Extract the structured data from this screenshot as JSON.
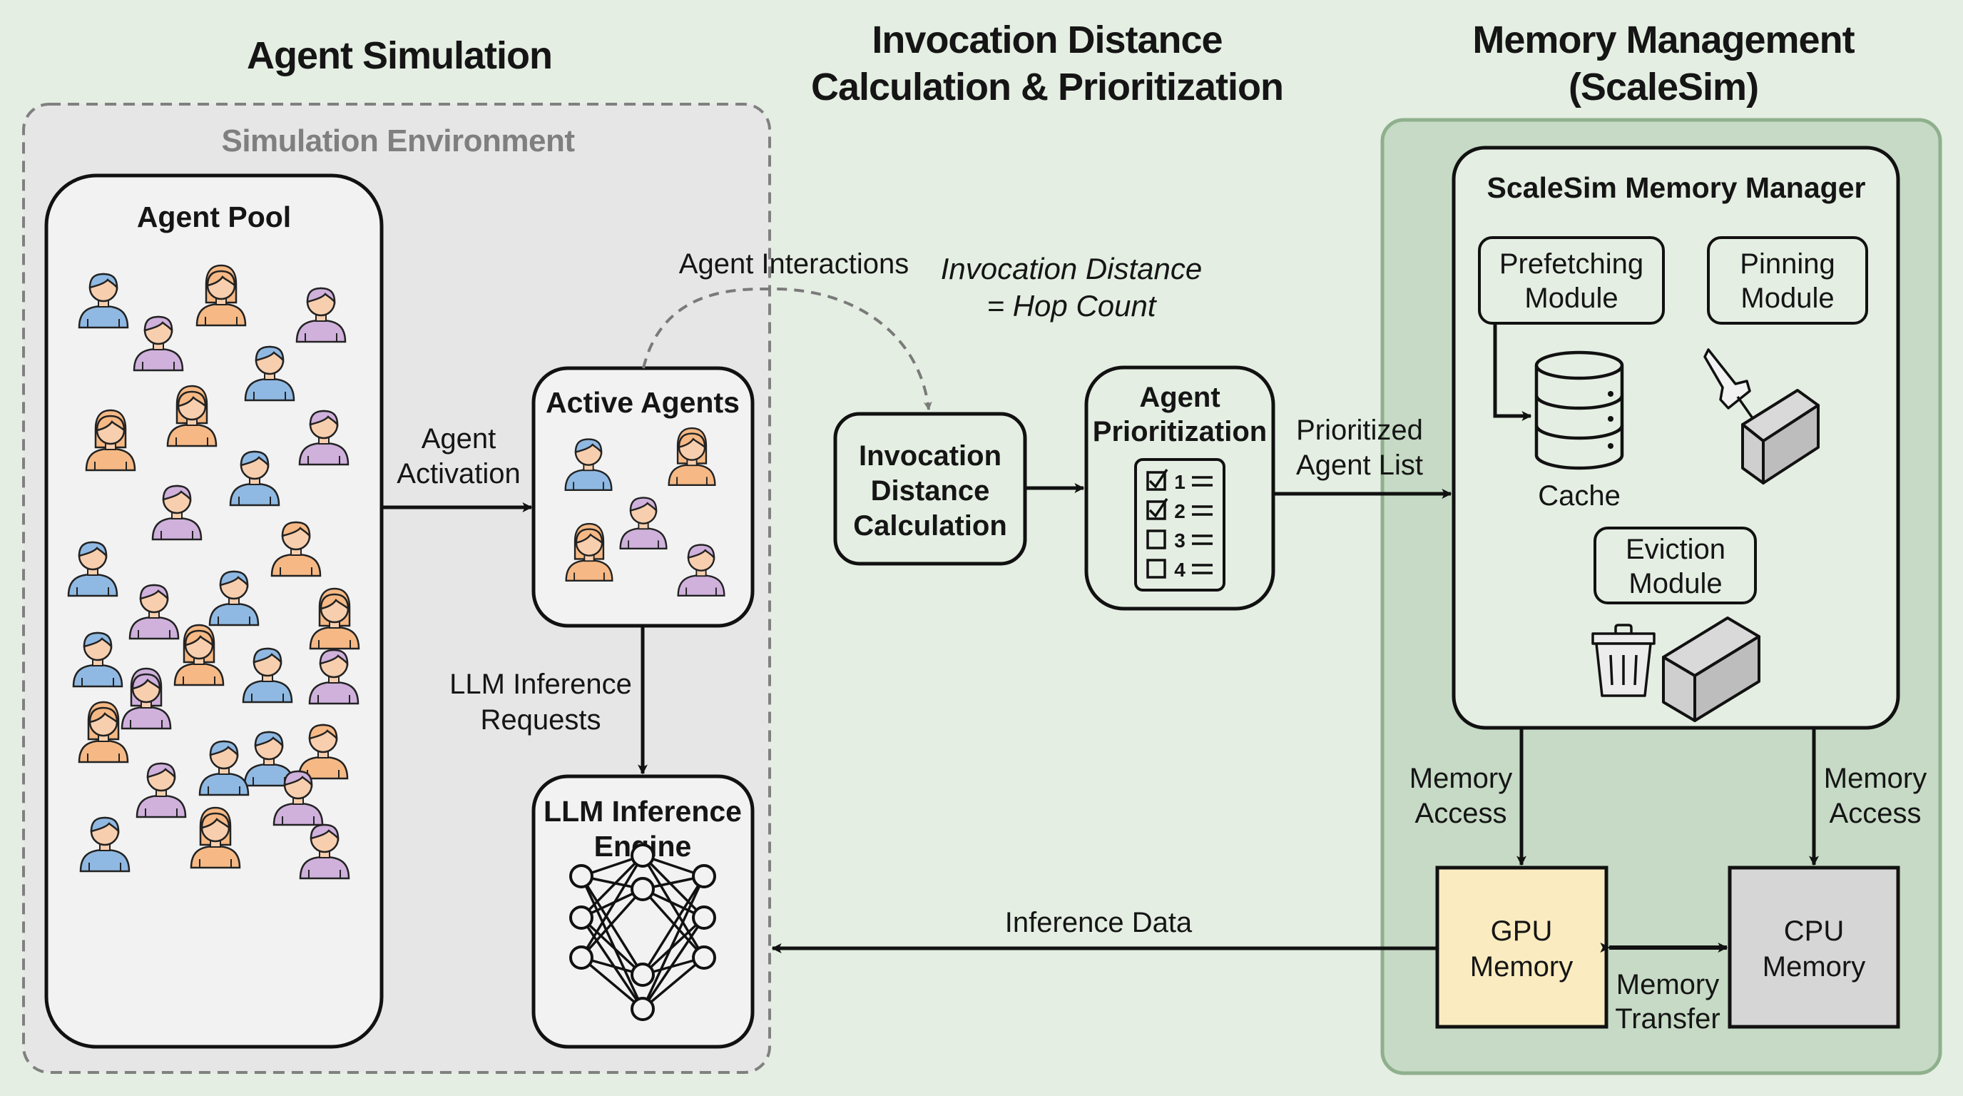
{
  "sections": {
    "agent_simulation": {
      "title": "Agent Simulation",
      "environment_label": "Simulation Environment",
      "agent_pool": {
        "title": "Agent Pool",
        "agent_count": 32
      },
      "active_agents": {
        "title": "Active Agents",
        "agent_count": 5
      },
      "llm_engine": {
        "title_line1": "LLM Inference",
        "title_line2": "Engine",
        "icon": "neural-network-icon"
      }
    },
    "invocation": {
      "title_line1": "Invocation Distance",
      "title_line2": "Calculation & Prioritization",
      "note_line1": "Invocation Distance",
      "note_line2": "= Hop Count",
      "calc_box": {
        "line1": "Invocation",
        "line2": "Distance",
        "line3": "Calculation"
      },
      "prioritization_box": {
        "line1": "Agent",
        "line2": "Prioritization",
        "list": [
          {
            "num": "1",
            "checked": true
          },
          {
            "num": "2",
            "checked": true
          },
          {
            "num": "3",
            "checked": false
          },
          {
            "num": "4",
            "checked": false
          }
        ]
      }
    },
    "memory": {
      "title_line1": "Memory Management",
      "title_line2": "(ScaleSim)",
      "manager": {
        "title": "ScaleSim Memory Manager",
        "prefetching": {
          "line1": "Prefetching",
          "line2": "Module"
        },
        "pinning": {
          "line1": "Pinning",
          "line2": "Module"
        },
        "eviction": {
          "line1": "Eviction",
          "line2": "Module"
        },
        "cache_label": "Cache",
        "icons": [
          "database-icon",
          "pushpin-icon",
          "block-icon",
          "trash-icon"
        ]
      },
      "gpu": {
        "line1": "GPU",
        "line2": "Memory",
        "color": "#faecc0"
      },
      "cpu": {
        "line1": "CPU",
        "line2": "Memory",
        "color": "#d6d6d6"
      }
    }
  },
  "edges": {
    "agent_activation": {
      "line1": "Agent",
      "line2": "Activation"
    },
    "llm_requests": {
      "line1": "LLM Inference",
      "line2": "Requests"
    },
    "agent_interactions": "Agent Interactions",
    "prioritized_list": {
      "line1": "Prioritized",
      "line2": "Agent List"
    },
    "memory_access_left": {
      "line1": "Memory",
      "line2": "Access"
    },
    "memory_access_right": {
      "line1": "Memory",
      "line2": "Access"
    },
    "memory_transfer": {
      "line1": "Memory",
      "line2": "Transfer"
    },
    "inference_data": "Inference Data"
  },
  "colors": {
    "background": "#e4eee2",
    "sim_env_fill": "#e6e6e6",
    "sim_env_stroke": "#808080",
    "pool_fill": "#f2f2f2",
    "memory_panel_fill": "#c6dac5",
    "memory_panel_stroke": "#8fb08c",
    "manager_fill": "#e4eee2",
    "agent_blue": "#8fb9e2",
    "agent_orange": "#f6b985",
    "agent_purple": "#cfb1dc",
    "skin": "#f8cfae",
    "dashed_arrow": "#7a7a7a"
  }
}
